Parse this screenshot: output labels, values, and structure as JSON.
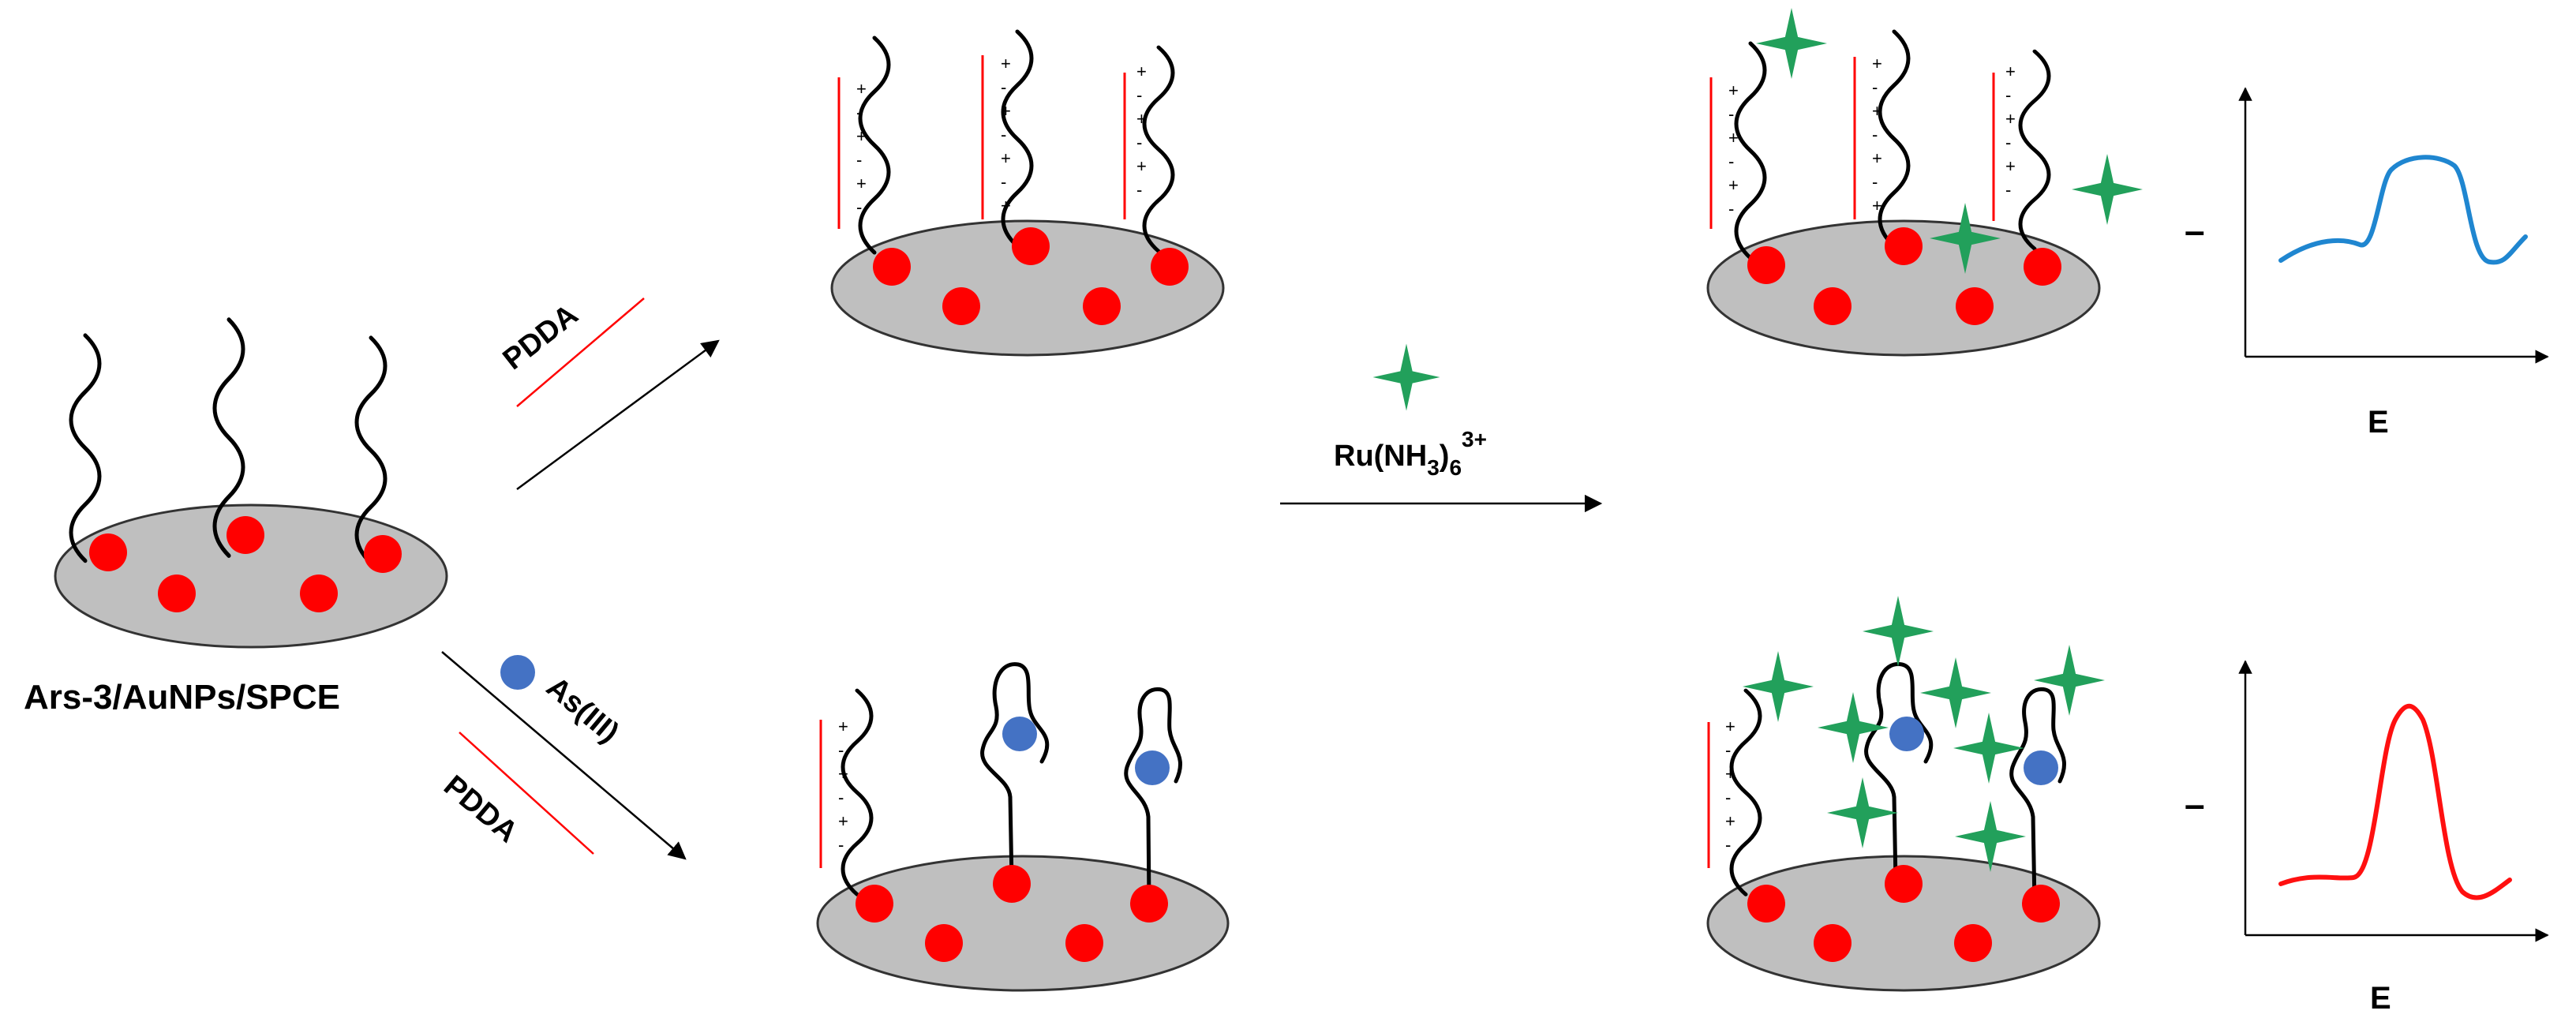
{
  "labels": {
    "start_electrode": "Ars-3/AuNPs/SPCE",
    "pdda_upper": "PDDA",
    "pdda_lower": "PDDA",
    "analyte": "As(III)",
    "probe_main": "Ru(NH",
    "probe_sub3": "3",
    "probe_close": ")",
    "probe_sub6": "6",
    "probe_charge": "3+",
    "axis_top": "E",
    "axis_bottom": "E",
    "current_top": "–",
    "current_bottom": "–"
  },
  "charge_signs": [
    "+",
    "-",
    "+",
    "-",
    "+",
    "-",
    "+"
  ],
  "colors": {
    "electrode": "#bfbfbf",
    "aunp": "#ff0000",
    "pdda_line": "#ff0000",
    "arsenic": "#4472c4",
    "ruthenium": "#22a05b",
    "curve_low": "#1f86d0",
    "curve_high": "#ff1010"
  }
}
